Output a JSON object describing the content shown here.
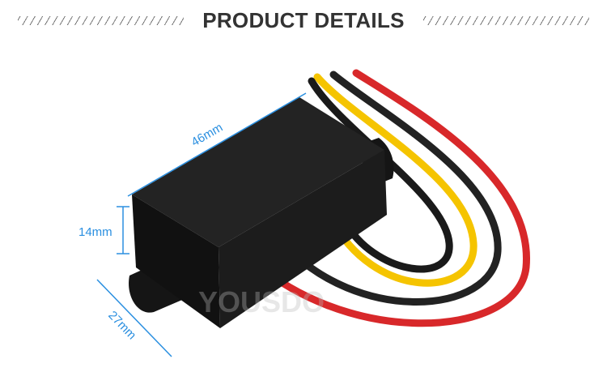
{
  "header": {
    "title": "PRODUCT DETAILS"
  },
  "dimensions": {
    "length": "46mm",
    "height": "14mm",
    "width": "27mm"
  },
  "watermark": "YOUSDO",
  "colors": {
    "dimension": "#2a8fe0",
    "box": "#1a1a1a",
    "wire_red": "#d8282a",
    "wire_black": "#222222",
    "wire_yellow": "#f5c400"
  }
}
